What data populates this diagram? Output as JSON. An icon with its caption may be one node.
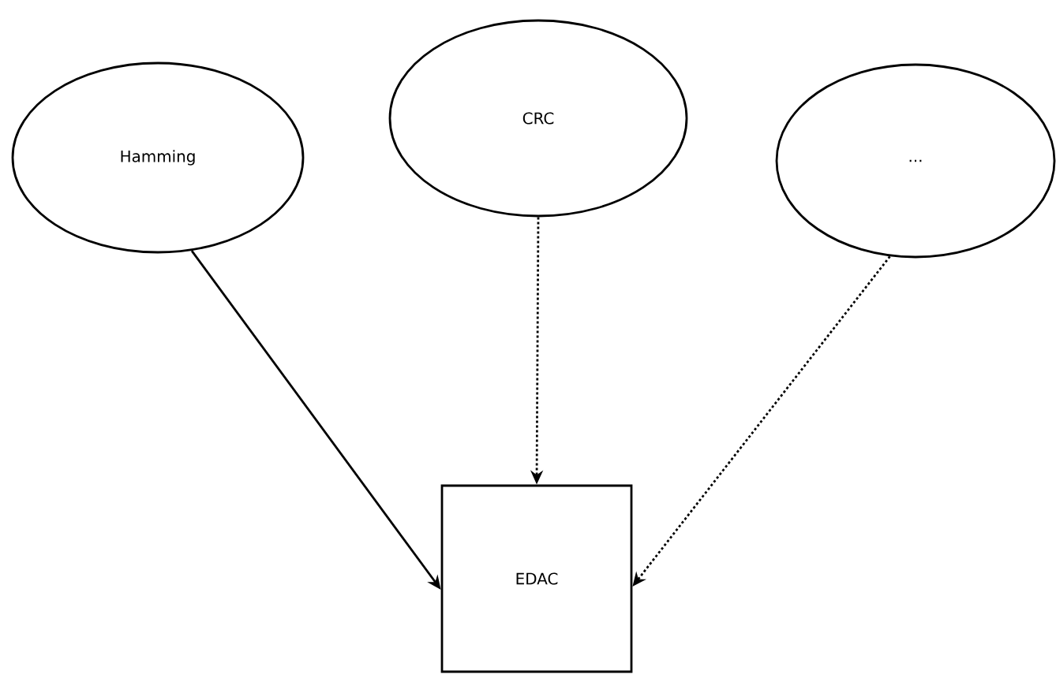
{
  "diagram": {
    "nodes": [
      {
        "text": [
          "Hamming"
        ]
      },
      {
        "text": [
          "CRC"
        ]
      },
      {
        "text": [
          "..."
        ]
      },
      {
        "text": [
          "EDAC"
        ]
      }
    ],
    "edges": [
      {
        "from": 0,
        "to": 3,
        "arrow": "to"
      },
      {
        "from": 1,
        "to": 3,
        "arrow": "to",
        "style": "dashed"
      },
      {
        "from": 2,
        "to": 3,
        "arrow": "to",
        "style": "dashed"
      }
    ]
  }
}
